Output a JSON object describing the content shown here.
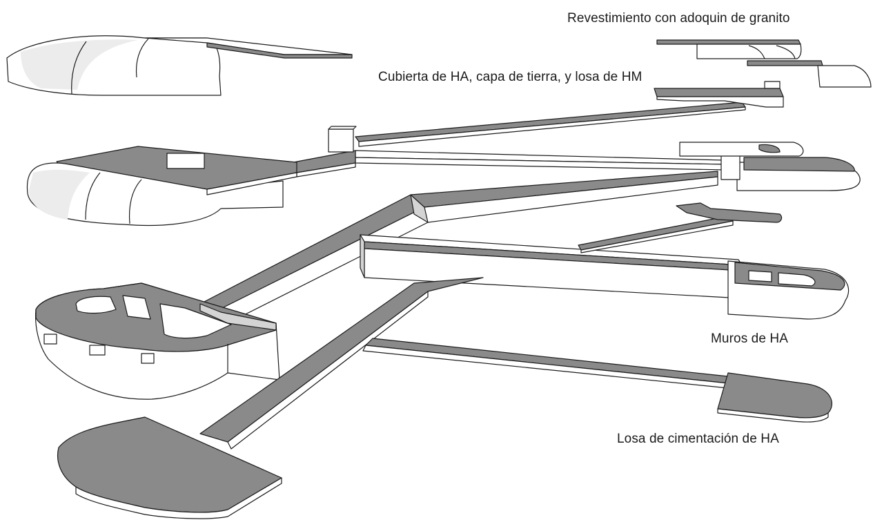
{
  "diagram": {
    "labels": {
      "revestimiento": "Revestimiento con adoquin de granito",
      "cubierta": "Cubierta de HA, capa de tierra, y losa de HM",
      "muros": "Muros de HA",
      "losa": "Losa de cimentación de HA"
    },
    "colors": {
      "top_face": "#8a8a8a",
      "side_face": "#ffffff",
      "shadow_face": "#d4d4d4",
      "line": "#1a1a1a"
    }
  }
}
